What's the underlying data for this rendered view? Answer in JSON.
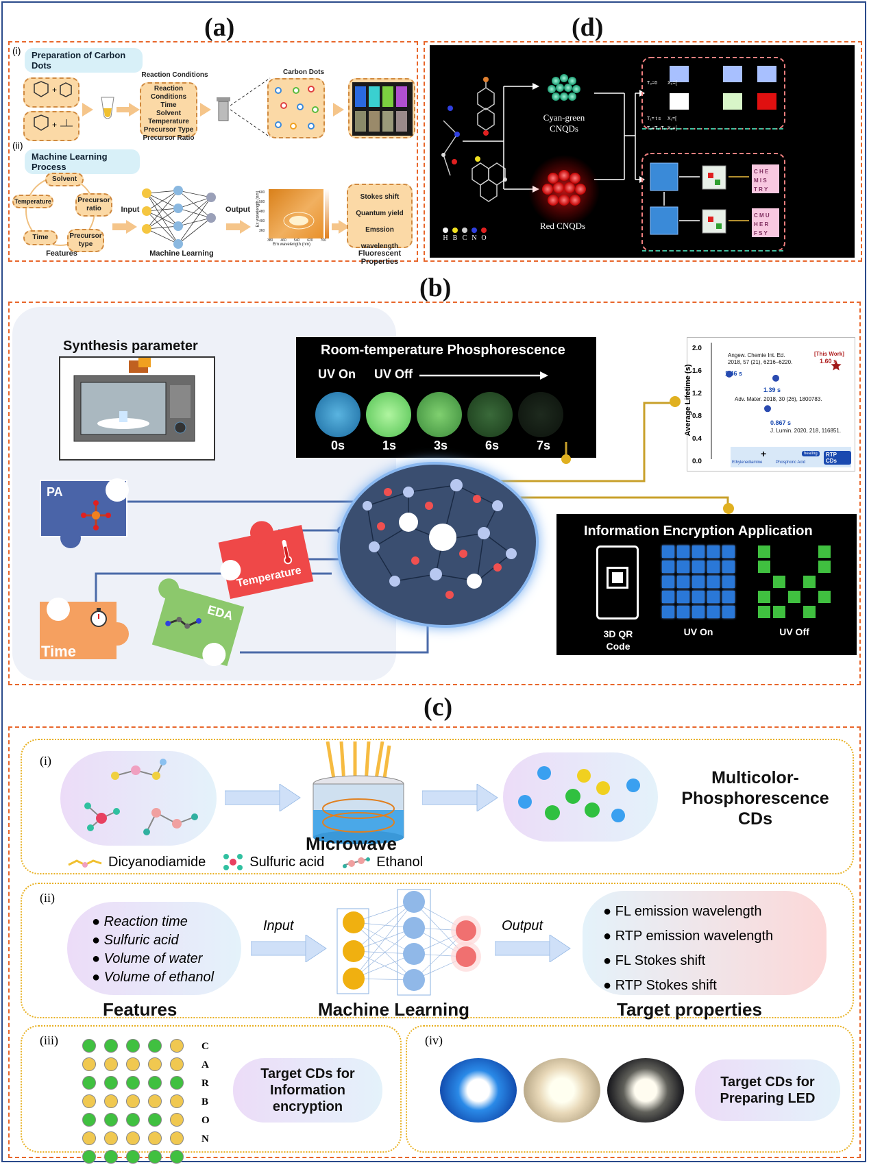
{
  "panels": {
    "a": "(a)",
    "b": "(b)",
    "c": "(c)",
    "d": "(d)"
  },
  "a": {
    "sec1_num": "(i)",
    "sec1_title": "Preparation of Carbon Dots",
    "reaction_header": "Reaction Conditions",
    "reaction_lines": [
      "Reaction Conditions",
      "Time",
      "Solvent",
      "Temperature",
      "Precursor Type",
      "Precursor Ratio"
    ],
    "carbon_dots_header": "Carbon Dots",
    "sec2_num": "(ii)",
    "sec2_title": "Machine Learning Process",
    "features": [
      "Solvent",
      "Temperature",
      "Precursor ratio",
      "Time",
      "Precursor type"
    ],
    "features_label": "Features",
    "input_label": "Input",
    "ml_label": "Machine Learning",
    "output_label": "Output",
    "heatmap_ylabel": "Ex wavelength (nm)",
    "heatmap_xlabel": "Em wavelength (nm)",
    "heatmap_yticks": [
      "600",
      "500",
      "480",
      "400",
      "360"
    ],
    "heatmap_xticks": [
      "380",
      "460",
      "540",
      "620",
      "700"
    ],
    "props": [
      "Stokes shift",
      "Quantum yield",
      "Emssion wavelength"
    ],
    "props_label": "Fluorescent Properties"
  },
  "d": {
    "cyan_label": "Cyan-green",
    "cyan_label2": "CNQDs",
    "red_label": "Red CNQDs",
    "legend": [
      "H",
      "B",
      "C",
      "N",
      "O"
    ],
    "legend_colors": [
      "#f4f4f4",
      "#f0e020",
      "#cfcfcf",
      "#3040e0",
      "#e02020"
    ],
    "t0": "T₀=0",
    "t1": "T₁= t s",
    "t2": "T₂=T₂-T₀",
    "x0": "X₀=[",
    "x1": "X₁=[",
    "x2": "X₂=[",
    "seq": [
      "C H E",
      "M I S",
      "T R Y"
    ],
    "seq2": [
      "C M U",
      "H E R",
      "F S Y"
    ]
  },
  "b": {
    "synthesis_title": "Synthesis parameter",
    "rtp_title": "Room-temperature Phosphorescence",
    "uv_on": "UV On",
    "uv_off": "UV Off",
    "times": [
      "0s",
      "1s",
      "3s",
      "6s",
      "7s"
    ],
    "pieces": {
      "pa": "PA",
      "temp": "Temperature",
      "time": "Time",
      "eda": "EDA"
    },
    "encryption_title": "Information Encryption Application",
    "qr_label": "3D QR Code",
    "uv_on_label": "UV On",
    "uv_off_label": "UV Off",
    "chart": {
      "ylabel": "Average Lifetime (s)",
      "yticks": [
        "2.0",
        "1.6",
        "1.2",
        "0.8",
        "0.4",
        "0.0"
      ],
      "ref1": "Angew. Chemie Int. Ed.",
      "ref1b": "2018, 57 (21), 6216–6220.",
      "ref2": "Adv. Mater. 2018, 30 (26), 1800783.",
      "ref3": "J. Lumin. 2020, 218, 116851.",
      "this_work": "[This Work]",
      "v1": "1.46 s",
      "v2": "1.39 s",
      "v3": "0.867 s",
      "v4": "1.60 s",
      "scheme_a": "Ethylenediamine",
      "scheme_b": "Phosphoric Acid",
      "scheme_heat": "heating",
      "scheme_out": "RTP CDs"
    }
  },
  "chart_data": {
    "type": "scatter",
    "ylabel": "Average Lifetime (s)",
    "ylim": [
      0.0,
      2.0
    ],
    "points": [
      {
        "label": "Angew. Chemie Int. Ed. 2018, 57 (21), 6216–6220.",
        "y": 1.46
      },
      {
        "label": "Adv. Mater. 2018, 30 (26), 1800783.",
        "y": 1.39
      },
      {
        "label": "J. Lumin. 2020, 218, 116851.",
        "y": 0.867
      },
      {
        "label": "[This Work]",
        "y": 1.6
      }
    ]
  },
  "c": {
    "sec1_num": "(i)",
    "microwave": "Microwave",
    "result_title_1": "Multicolor-",
    "result_title_2": "Phosphorescence",
    "result_title_3": "CDs",
    "legend": [
      "Dicyanodiamide",
      "Sulfuric acid",
      "Ethanol"
    ],
    "sec2_num": "(ii)",
    "features": [
      "Reaction time",
      "Sulfuric acid",
      "Volume of water",
      "Volume of ethanol"
    ],
    "input_label": "Input",
    "output_label": "Output",
    "targets": [
      "FL emission wavelength",
      "RTP emission wavelength",
      "FL Stokes shift",
      "RTP Stokes shift"
    ],
    "features_label": "Features",
    "ml_label": "Machine Learning",
    "targets_label": "Target properties",
    "sec3_num": "(iii)",
    "carbon_letters": [
      "C",
      "A",
      "R",
      "B",
      "O",
      "N"
    ],
    "sec3_pill": "Target CDs for Information encryption",
    "sec4_num": "(iv)",
    "sec4_pill": "Target CDs for Preparing LED"
  }
}
